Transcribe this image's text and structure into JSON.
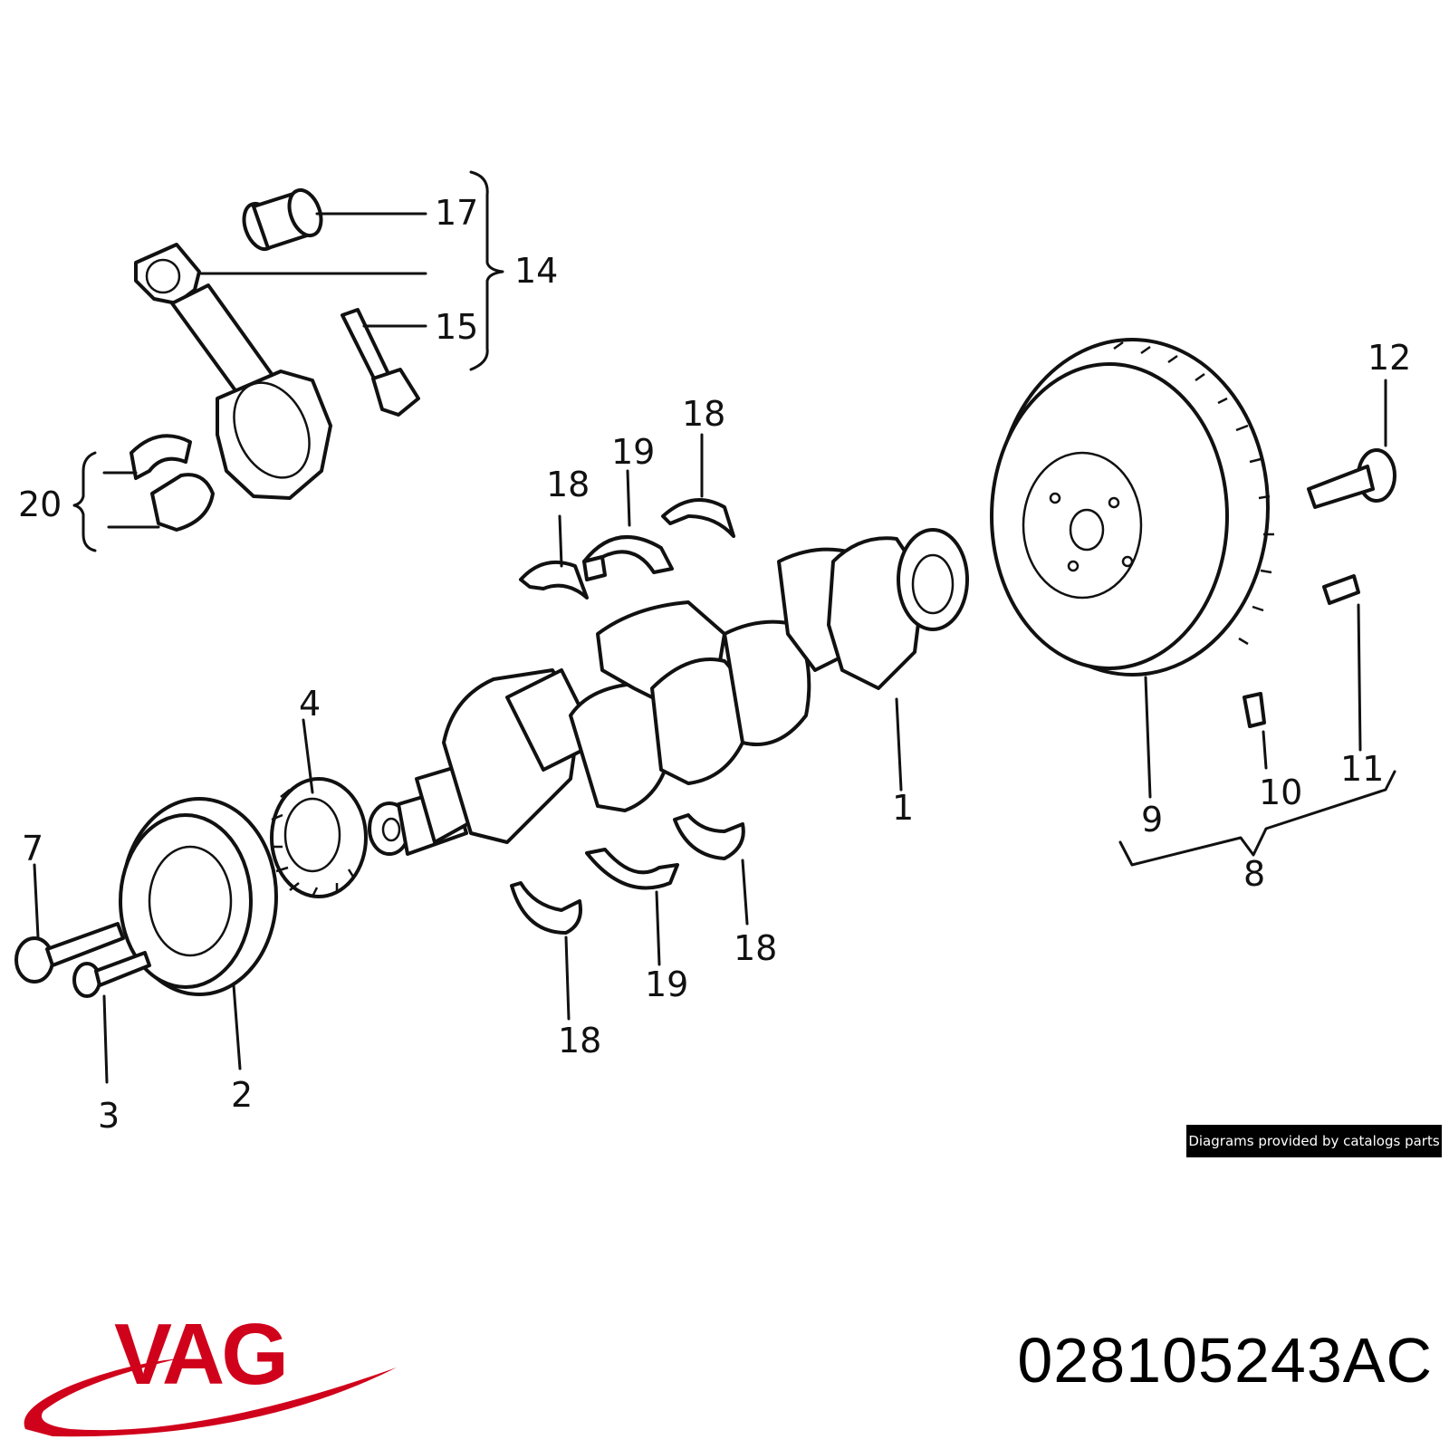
{
  "callouts": {
    "c1": "1",
    "c2": "2",
    "c3": "3",
    "c4": "4",
    "c7": "7",
    "c8": "8",
    "c9": "9",
    "c10": "10",
    "c11": "11",
    "c12": "12",
    "c14": "14",
    "c15": "15",
    "c17": "17",
    "c18a": "18",
    "c18b": "18",
    "c18c": "18",
    "c18d": "18",
    "c19a": "19",
    "c19b": "19",
    "c20": "20"
  },
  "credit": "Diagrams provided by catalogs parts",
  "brand": "VAG",
  "part_number": "028105243AC",
  "colors": {
    "brand_red": "#d0021b",
    "ink": "#111111",
    "credit_bg": "#000000"
  }
}
